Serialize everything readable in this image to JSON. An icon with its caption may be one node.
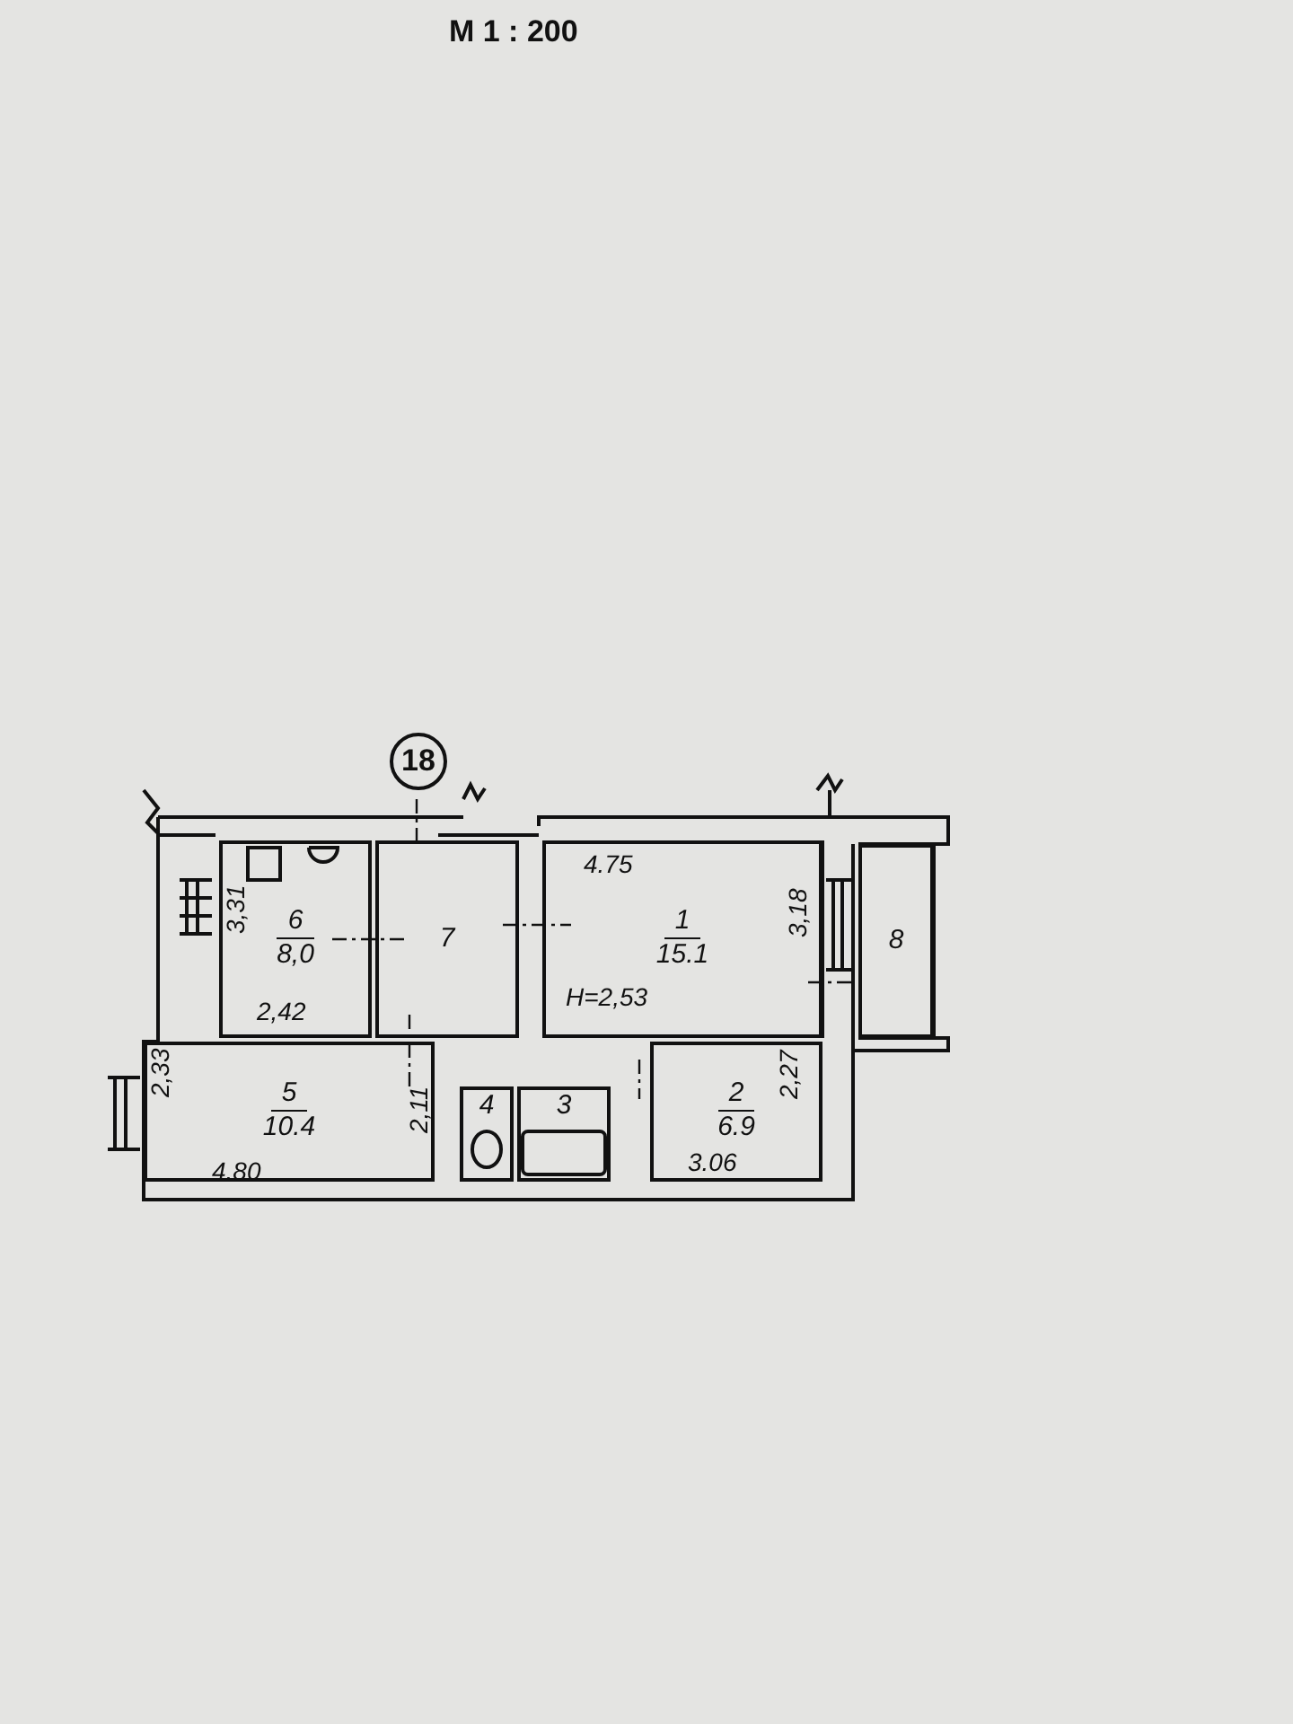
{
  "diagram": {
    "title": "М 1 : 200",
    "nodes": [
      {
        "text": [
          "18"
        ]
      },
      {
        "text": [
          "6",
          "8,0"
        ]
      },
      {
        "text": [
          "7"
        ]
      },
      {
        "text": [
          "1",
          "15.1"
        ]
      },
      {
        "text": [
          "5",
          "10.4"
        ]
      },
      {
        "text": [
          "4"
        ]
      },
      {
        "text": [
          "3"
        ]
      },
      {
        "text": [
          "2",
          "6.9"
        ]
      },
      {
        "text": [
          "8"
        ]
      }
    ],
    "labels": [
      "3,31",
      "2,42",
      "4.75",
      "H=2,53",
      "3,18",
      "2,33",
      "2,11",
      "4.80",
      "2,27",
      "3.06"
    ]
  }
}
